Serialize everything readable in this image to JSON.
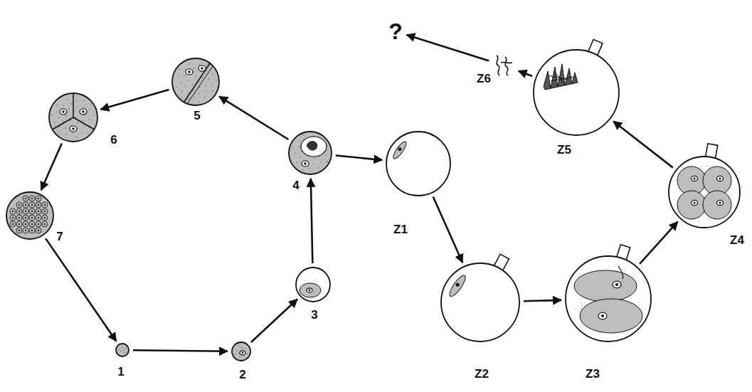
{
  "diagram": {
    "nodes": [
      {
        "text": [
          "1"
        ]
      },
      {
        "text": [
          "2"
        ]
      },
      {
        "text": [
          "3"
        ]
      },
      {
        "text": [
          "4"
        ]
      },
      {
        "text": [
          "5"
        ]
      },
      {
        "text": [
          "6"
        ]
      },
      {
        "text": [
          "7"
        ]
      },
      {
        "text": [
          "Z1"
        ]
      },
      {
        "text": [
          "Z2"
        ]
      },
      {
        "text": [
          "Z3"
        ]
      },
      {
        "text": [
          "Z4"
        ]
      },
      {
        "text": [
          "Z5"
        ]
      },
      {
        "text": [
          "Z6"
        ]
      },
      {
        "text": [
          "?"
        ]
      }
    ],
    "edges": [
      {
        "from": 0,
        "to": 1,
        "arrow": "to"
      },
      {
        "from": 1,
        "to": 2,
        "arrow": "to"
      },
      {
        "from": 2,
        "to": 3,
        "arrow": "to"
      },
      {
        "from": 3,
        "to": 4,
        "arrow": "to"
      },
      {
        "from": 4,
        "to": 5,
        "arrow": "to"
      },
      {
        "from": 5,
        "to": 6,
        "arrow": "to"
      },
      {
        "from": 6,
        "to": 0,
        "arrow": "to"
      },
      {
        "from": 3,
        "to": 7,
        "arrow": "to"
      },
      {
        "from": 7,
        "to": 8,
        "arrow": "to"
      },
      {
        "from": 8,
        "to": 9,
        "arrow": "to"
      },
      {
        "from": 9,
        "to": 10,
        "arrow": "to"
      },
      {
        "from": 10,
        "to": 11,
        "arrow": "to"
      },
      {
        "from": 11,
        "to": 12,
        "arrow": "to"
      },
      {
        "from": 12,
        "to": 13,
        "arrow": "to"
      }
    ]
  }
}
